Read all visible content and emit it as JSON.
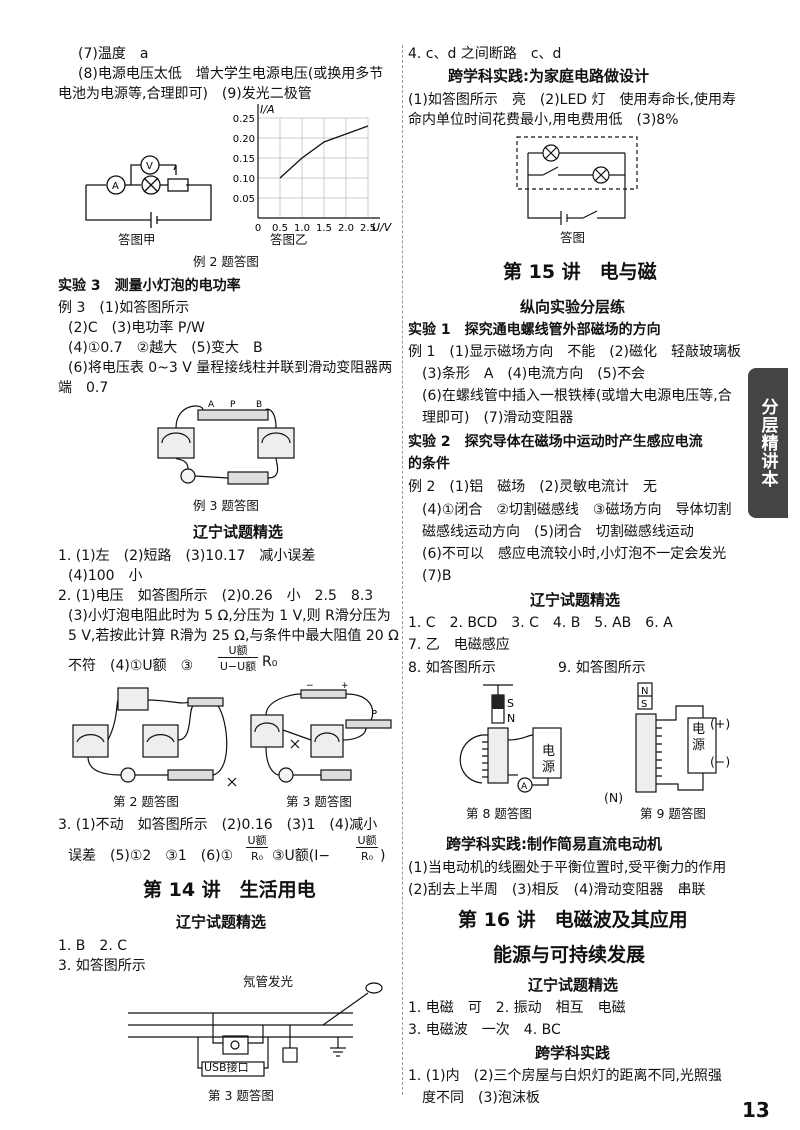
{
  "left": {
    "l1": "(7)温度　a",
    "l2": "(8)电源电压太低　增大学生电源电压(或换用多节",
    "l3": "电池为电源等,合理即可)　(9)发光二极管",
    "fig_jia": "答图甲",
    "fig_yi": "答图乙",
    "fig_ex2": "例 2 题答图",
    "exp3_title": "实验 3　测量小灯泡的电功率",
    "e3_1": "例 3　(1)如答图所示",
    "e3_2": "(2)C　(3)电功率 P/W",
    "e3_3": "(4)①0.7　②越大　(5)变大　B",
    "e3_4": "(6)将电压表 0~3 V 量程接线柱并联到滑动变阻器两",
    "e3_5": "端　0.7",
    "fig_ex3": "例 3 题答图",
    "liaoning1": "辽宁试题精选",
    "q1a": "1. (1)左　(2)短路　(3)10.17　减小误差",
    "q1b": "(4)100　小",
    "q2a": "2. (1)电压　如答图所示　(2)0.26　小　2.5　8.3",
    "q2b": "(3)小灯泡电阻此时为 5 Ω,分压为 1 V,则 R滑分压为",
    "q2c": "5 V,若按此计算 R滑为 25 Ω,与条件中最大阻值 20 Ω",
    "q2d": "不符　(4)①U额　③",
    "q2_frac_top": "U额",
    "q2_frac_bot": "U−U额",
    "q2_tail": "R₀",
    "fig_q2": "第 2 题答图",
    "fig_q3": "第 3 题答图",
    "q3a": "3. (1)不动　如答图所示　(2)0.16　(3)1　(4)减小",
    "q3b": "误差　(5)①2　③1　(6)①",
    "q3_f1_top": "U额",
    "q3_f1_bot": "R₀",
    "q3_mid": "③U额(I−",
    "q3_f2_top": "U额",
    "q3_f2_bot": "R₀",
    "q3_end": ")",
    "lecture14": "第 14 讲　生活用电",
    "liaoning2": "辽宁试题精选",
    "l14_1": "1. B　2. C",
    "l14_2": "3. 如答图所示",
    "neon": "氖管发光",
    "usb": "USB接口",
    "fig_l14_q3": "第 3 题答图"
  },
  "right": {
    "r1": "4. c、d 之间断路　c、d",
    "cross1": "跨学科实践:为家庭电路做设计",
    "r2": "(1)如答图所示　亮　(2)LED 灯　使用寿命长,使用寿",
    "r3": "命内单位时间花费最小,用电费用低　(3)8%",
    "fig_r": "答图",
    "lecture15": "第 15 讲　电与磁",
    "vertical": "纵向实验分层练",
    "exp1": "实验 1　探究通电螺线管外部磁场的方向",
    "e1_1": "例 1　(1)显示磁场方向　不能　(2)磁化　轻敲玻璃板",
    "e1_2": "(3)条形　A　(4)电流方向　(5)不会",
    "e1_3": "(6)在螺线管中插入一根铁棒(或增大电源电压等,合",
    "e1_4": "理即可)　(7)滑动变阻器",
    "exp2a": "实验 2　探究导体在磁场中运动时产生感应电流",
    "exp2b": "的条件",
    "e2_1": "例 2　(1)铝　磁场　(2)灵敏电流计　无",
    "e2_2": "(4)①闭合　②切割磁感线　③磁场方向　导体切割",
    "e2_3": "磁感线运动方向　(5)闭合　切割磁感线运动",
    "e2_4": "(6)不可以　感应电流较小时,小灯泡不一定会发光",
    "e2_5": "(7)B",
    "liaoning3": "辽宁试题精选",
    "r15_1": "1. C　2. BCD　3. C　4. B　5. AB　6. A",
    "r15_2": "7. 乙　电磁感应",
    "r15_3": "8. 如答图所示",
    "r15_4": "9. 如答图所示",
    "fig_q8": "第 8 题答图",
    "fig_q9": "第 9 题答图",
    "power1": "电源",
    "power2": "电源",
    "plus": "(+)",
    "minus": "(−)",
    "nlabel": "(N)",
    "cross2": "跨学科实践:制作简易直流电动机",
    "m1": "(1)当电动机的线圈处于平衡位置时,受平衡力的作用",
    "m2": "(2)刮去上半周　(3)相反　(4)滑动变阻器　串联",
    "lecture16a": "第 16 讲　电磁波及其应用",
    "lecture16b": "能源与可持续发展",
    "liaoning4": "辽宁试题精选",
    "r16_1": "1. 电磁　可　2. 振动　相互　电磁",
    "r16_2": "3. 电磁波　一次　4. BC",
    "cross3": "跨学科实践",
    "r16_3": "1. (1)内　(2)三个房屋与白炽灯的距离不同,光照强",
    "r16_4": "度不同　(3)泡沫板"
  },
  "side_tab": "分层精讲本",
  "page_number": "13",
  "chart_data": {
    "type": "line",
    "ylabel": "I/A",
    "xlabel": "U/V",
    "x_ticks": [
      "0",
      "0.5",
      "1.0",
      "1.5",
      "2.0",
      "2.5"
    ],
    "y_ticks": [
      "0.05",
      "0.10",
      "0.15",
      "0.20",
      "0.25"
    ],
    "xlim": [
      0,
      2.5
    ],
    "ylim": [
      0,
      0.25
    ],
    "grid": true,
    "series": [
      {
        "x": [
          0.5,
          1.0,
          1.5,
          2.0,
          2.5
        ],
        "y": [
          0.1,
          0.15,
          0.19,
          0.21,
          0.23
        ]
      }
    ]
  }
}
